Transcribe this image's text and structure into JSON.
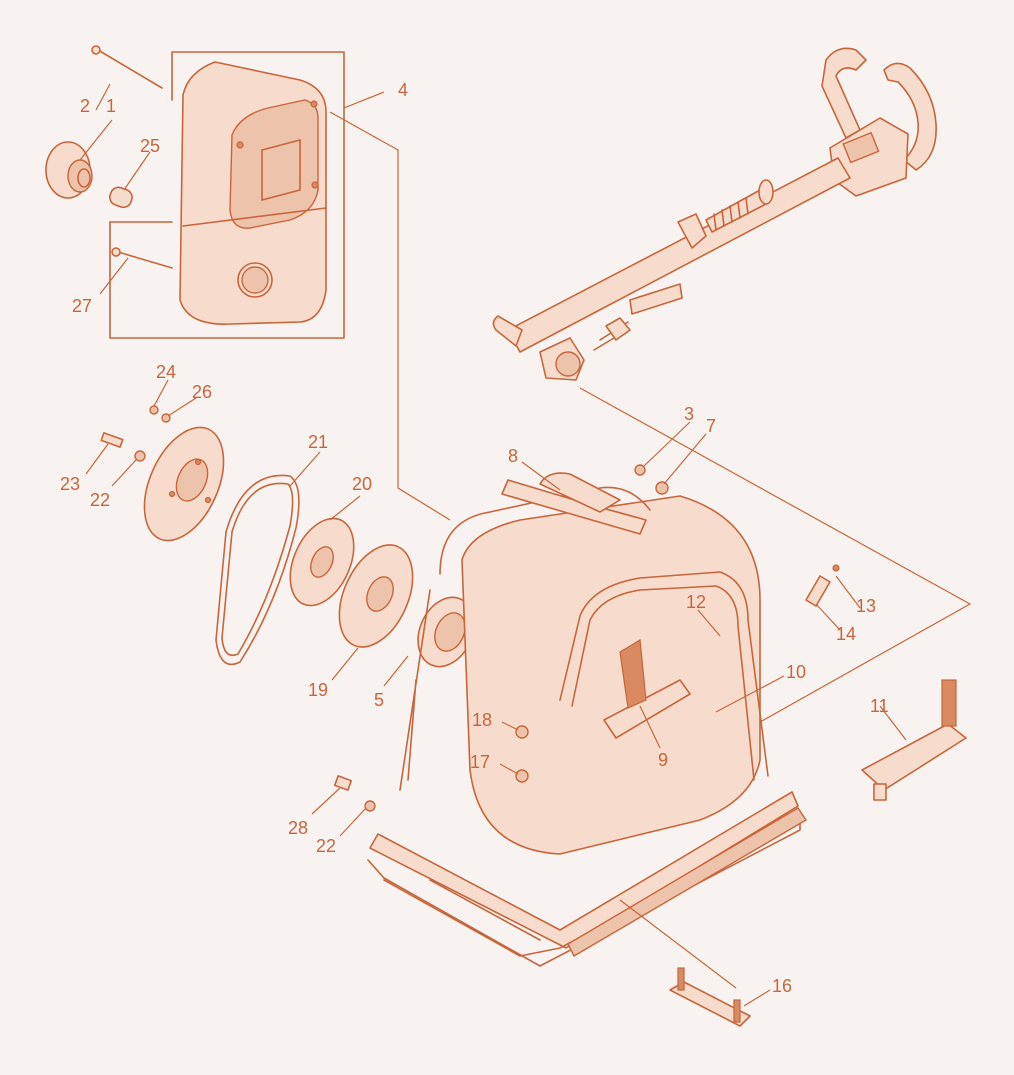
{
  "diagram": {
    "colors": {
      "line": "#c8653c",
      "fill": "#f7dccd",
      "background": "#f8f3f1"
    },
    "parts": [
      {
        "key": "p1",
        "label": "1"
      },
      {
        "key": "p2",
        "label": "2"
      },
      {
        "key": "p3",
        "label": "3"
      },
      {
        "key": "p4",
        "label": "4"
      },
      {
        "key": "p5",
        "label": "5"
      },
      {
        "key": "p7",
        "label": "7"
      },
      {
        "key": "p8",
        "label": "8"
      },
      {
        "key": "p9",
        "label": "9"
      },
      {
        "key": "p10",
        "label": "10"
      },
      {
        "key": "p11",
        "label": "11"
      },
      {
        "key": "p12",
        "label": "12"
      },
      {
        "key": "p13",
        "label": "13"
      },
      {
        "key": "p14",
        "label": "14"
      },
      {
        "key": "p16",
        "label": "16"
      },
      {
        "key": "p17",
        "label": "17"
      },
      {
        "key": "p18",
        "label": "18"
      },
      {
        "key": "p19",
        "label": "19"
      },
      {
        "key": "p20",
        "label": "20"
      },
      {
        "key": "p21",
        "label": "21"
      },
      {
        "key": "p22a",
        "label": "22"
      },
      {
        "key": "p22b",
        "label": "22"
      },
      {
        "key": "p23",
        "label": "23"
      },
      {
        "key": "p24",
        "label": "24"
      },
      {
        "key": "p25",
        "label": "25"
      },
      {
        "key": "p26",
        "label": "26"
      },
      {
        "key": "p27",
        "label": "27"
      },
      {
        "key": "p28",
        "label": "28"
      }
    ]
  }
}
